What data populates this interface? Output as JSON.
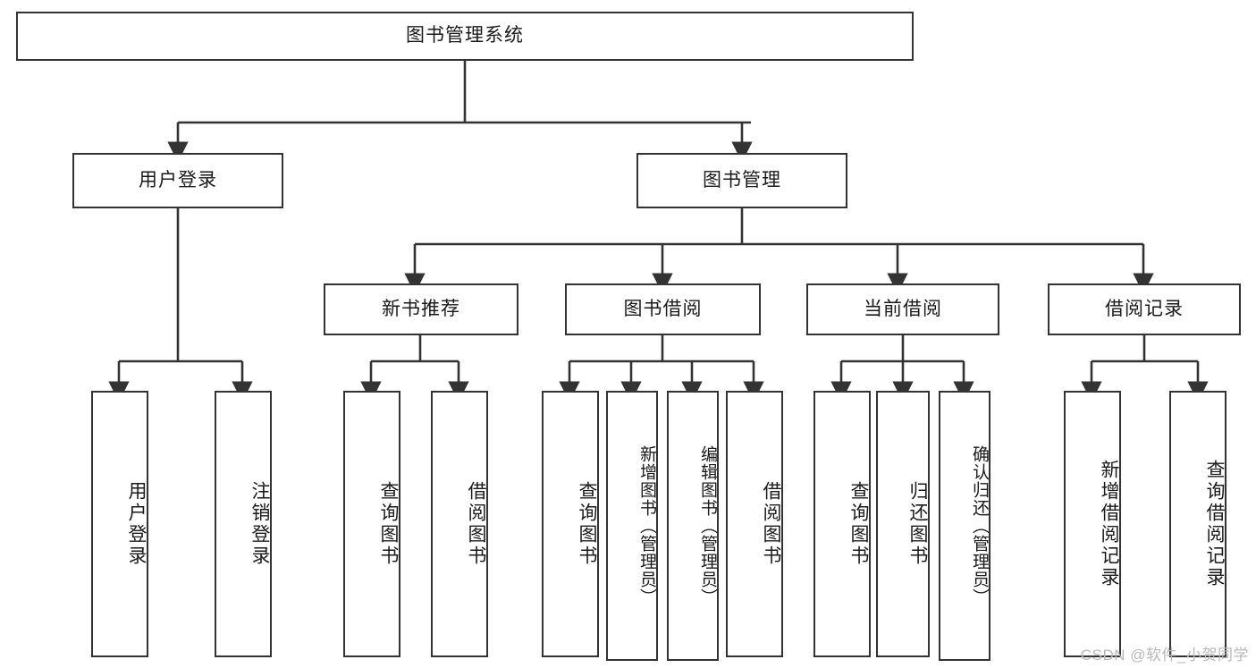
{
  "diagram": {
    "kind": "tree-structure-chart",
    "title": "图书管理系统",
    "watermark": "CSDN @软件_小贺同学",
    "colors": {
      "box_border": "#333333",
      "box_fill": "#ffffff",
      "connector": "#333333",
      "text": "#1a1a1a",
      "watermark": "#b9b9b9"
    },
    "nodes": {
      "root": "图书管理系统",
      "level2": {
        "user_login": "用户登录",
        "book_manage": "图书管理"
      },
      "level3": {
        "new_book_rec": "新书推荐",
        "book_borrow": "图书借阅",
        "current_borrow": "当前借阅",
        "borrow_record": "借阅记录"
      },
      "leaves": {
        "user_login_1": "用户登录",
        "user_login_2": "注销登录",
        "new_book_rec_1": "查询图书",
        "new_book_rec_2": "借阅图书",
        "book_borrow_1": "查询图书",
        "book_borrow_2": "新增图书（管理员）",
        "book_borrow_3": "编辑图书（管理员）",
        "book_borrow_4": "借阅图书",
        "current_borrow_1": "查询图书",
        "current_borrow_2": "归还图书",
        "current_borrow_3": "确认归还（管理员）",
        "borrow_record_1": "新增借阅记录",
        "borrow_record_2": "查询借阅记录"
      }
    }
  }
}
